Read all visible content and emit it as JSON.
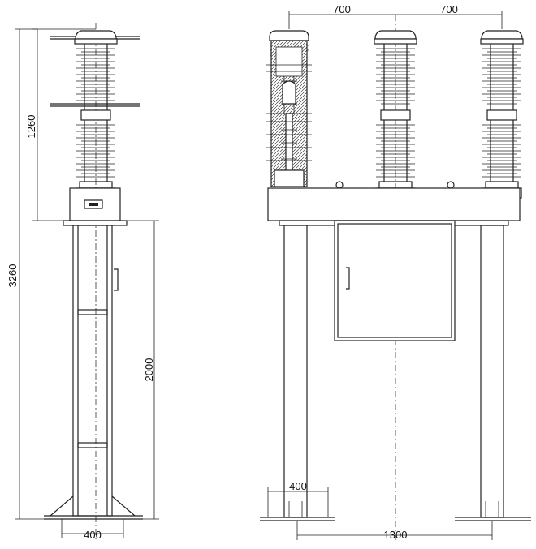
{
  "dimensions": {
    "side_upper_height": "1260",
    "side_total_height": "3260",
    "side_leg_height": "2000",
    "side_base_width": "400",
    "front_phase_spacing_left": "700",
    "front_phase_spacing_right": "700",
    "front_base_plate_width": "400",
    "front_leg_spacing": "1300"
  }
}
